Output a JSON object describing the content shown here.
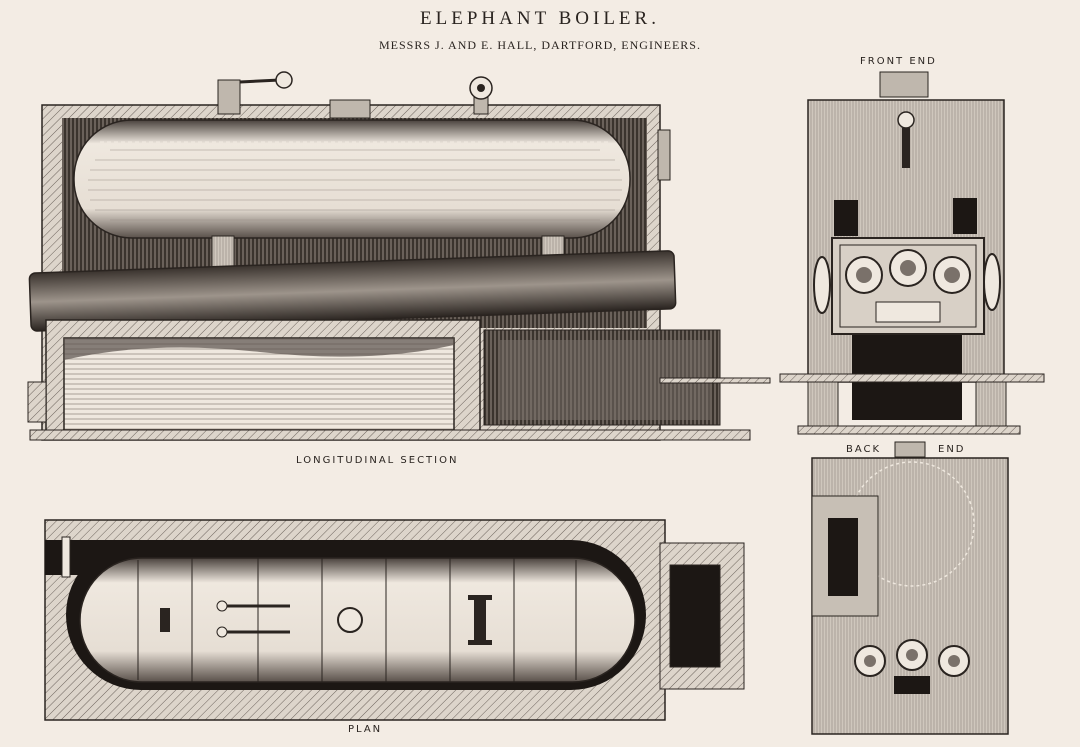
{
  "header": {
    "title": "ELEPHANT BOILER.",
    "subtitle": "MESSRS J. AND E. HALL, DARTFORD, ENGINEERS."
  },
  "views": {
    "longitudinal_section": "LONGITUDINAL SECTION",
    "plan": "PLAN",
    "front_end": "FRONT END",
    "back_end_left": "BACK",
    "back_end_right": "END"
  },
  "colors": {
    "paper": "#f3ece4",
    "ink": "#2a2420",
    "shade": "#7a716a",
    "dark": "#1c1714",
    "brick": "#d8d0c6"
  }
}
